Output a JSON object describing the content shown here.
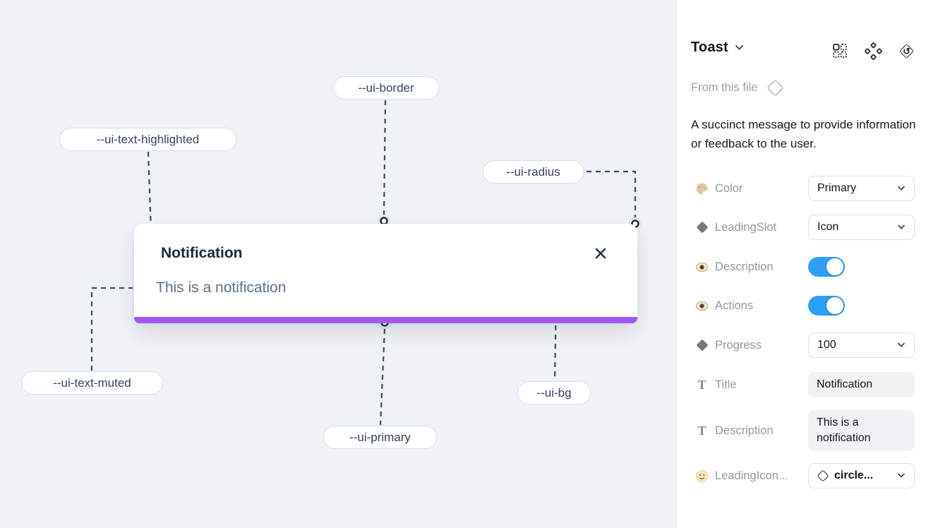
{
  "colors": {
    "canvas_bg": "#eff2f6",
    "primary_bar": "#a158f0",
    "toggle_on": "#2e9ff6"
  },
  "canvas": {
    "toast": {
      "title": "Notification",
      "description": "This is a notification"
    },
    "annotations": [
      {
        "text": "--ui-border"
      },
      {
        "text": "--ui-text-highlighted"
      },
      {
        "text": "--ui-radius"
      },
      {
        "text": "--ui-text-muted"
      },
      {
        "text": "--ui-primary"
      },
      {
        "text": "--ui-bg"
      }
    ]
  },
  "panel": {
    "title": "Toast",
    "source": "From this file",
    "description": "A succinct message to provide information or feedback to the user.",
    "rows": [
      {
        "label": "Color",
        "type": "select",
        "value": "Primary"
      },
      {
        "label": "LeadingSlot",
        "type": "select",
        "value": "Icon"
      },
      {
        "label": "Description",
        "type": "toggle",
        "value": "On"
      },
      {
        "label": "Actions",
        "type": "toggle",
        "value": "On"
      },
      {
        "label": "Progress",
        "type": "select",
        "value": "100"
      },
      {
        "label": "Title",
        "type": "text",
        "value": "Notification"
      },
      {
        "label": "Description",
        "type": "text",
        "value": "This is a notification"
      },
      {
        "label": "LeadingIcon...",
        "type": "select",
        "value": "circle..."
      }
    ]
  }
}
